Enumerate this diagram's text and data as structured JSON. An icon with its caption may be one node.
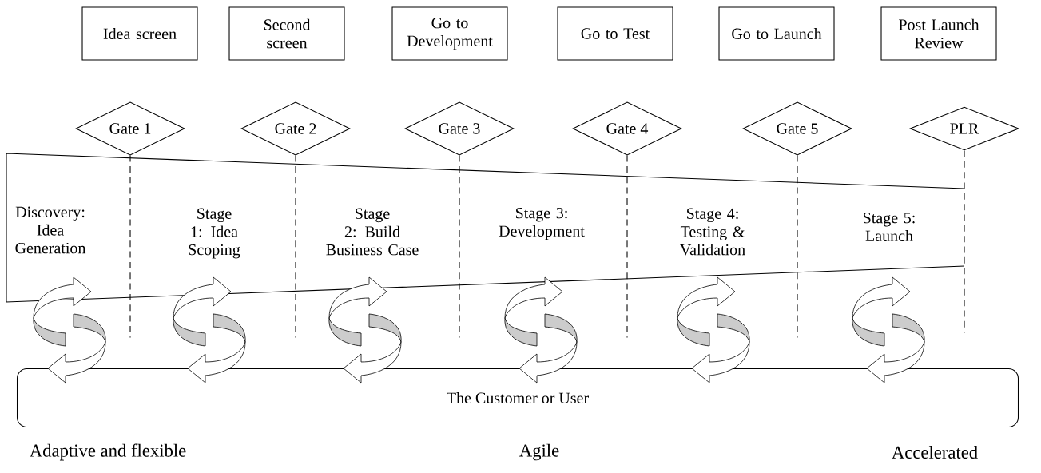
{
  "diagram": {
    "nodes": [
      {
        "text": [
          "Idea screen"
        ]
      },
      {
        "text": [
          "Second screen"
        ]
      },
      {
        "text": [
          "Go to Development"
        ]
      },
      {
        "text": [
          "Go to Test"
        ]
      },
      {
        "text": [
          "Go to Launch"
        ]
      },
      {
        "text": [
          "Post Launch Review"
        ]
      },
      {
        "text": [
          "Gate 1"
        ]
      },
      {
        "text": [
          "Gate 2"
        ]
      },
      {
        "text": [
          "Gate 3"
        ]
      },
      {
        "text": [
          "Gate 4"
        ]
      },
      {
        "text": [
          "Gate 5"
        ]
      },
      {
        "text": [
          "PLR"
        ]
      },
      {
        "text": [
          "Discovery: Idea Generation",
          "Stage 1: Idea Scoping",
          "Stage 2: Build Business Case",
          "Stage 3: Development",
          "Stage 4: Testing & Validation",
          "Stage 5: Launch"
        ]
      },
      {
        "text": [
          "The Customer or User"
        ]
      }
    ],
    "edges": [
      {
        "from": 6,
        "to": null,
        "arrow": "none",
        "style": "dashed"
      },
      {
        "from": 7,
        "to": null,
        "arrow": "none",
        "style": "dashed"
      },
      {
        "from": 8,
        "to": null,
        "arrow": "none",
        "style": "dashed"
      },
      {
        "from": 9,
        "to": null,
        "arrow": "none",
        "style": "dashed"
      },
      {
        "from": 10,
        "to": null,
        "arrow": "none",
        "style": "dashed"
      },
      {
        "from": 11,
        "to": null,
        "arrow": "none",
        "style": "dashed"
      }
    ],
    "labels": [
      "Adaptive and flexible",
      "Agile",
      "Accelerated"
    ]
  }
}
